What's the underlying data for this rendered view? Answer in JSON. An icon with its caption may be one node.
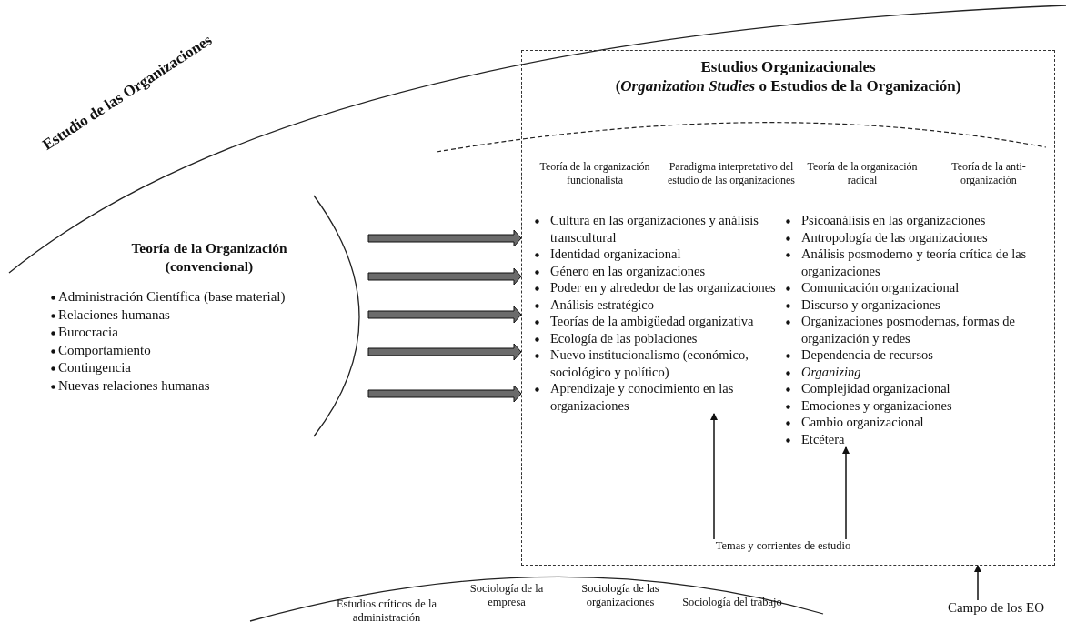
{
  "diagram": {
    "nodes": [
      {
        "text": [
          "Teoría de la Organización (convencional)",
          "Administración Científica (base material)",
          "Relaciones humanas",
          "Burocracia",
          "Comportamiento",
          "Contingencia",
          "Nuevas relaciones humanas"
        ]
      },
      {
        "text": [
          "Estudios Organizacionales",
          "(*Organization Studies* o Estudios de la Organización)"
        ]
      },
      {
        "text": [
          "Teoría de la organización funcionalista"
        ],
        "in": 1
      },
      {
        "text": [
          "Paradigma interpretativo del estudio de las organizaciones"
        ],
        "in": 1
      },
      {
        "text": [
          "Teoría de la organización radical"
        ],
        "in": 1
      },
      {
        "text": [
          "Teoría de la anti-organización"
        ],
        "in": 1
      },
      {
        "text": [
          "Cultura en las organizaciones y análisis transcultural",
          "Identidad organizacional",
          "Género en las organizaciones",
          "Poder en y alrededor de las organizaciones",
          "Análisis estratégico",
          "Teorías de la ambigüedad organizativa",
          "Ecología de las poblaciones",
          "Nuevo institucionalismo (económico, sociológico y político)",
          "Aprendizaje y conocimiento en las organizaciones"
        ],
        "in": 1
      },
      {
        "text": [
          "Psicoanálisis en las organizaciones",
          "Antropología de las organizaciones",
          "Análisis posmoderno y teoría crítica de las organizaciones",
          "Comunicación organizacional",
          "Discurso y organizaciones",
          "Organizaciones posmodernas, formas de organización y redes",
          "Dependencia de recursos",
          "*Organizing*",
          "Complejidad organizacional",
          "Emociones y organizaciones",
          "Cambio organizacional",
          "Etcétera"
        ],
        "in": 1
      },
      {
        "text": [
          "Temas y corrientes de estudio"
        ],
        "in": 1
      },
      {
        "text": [
          "Campo de los EO"
        ]
      }
    ],
    "edges": [
      {
        "from": 0,
        "to": 1,
        "arrow": "to",
        "style": "thick"
      },
      {
        "from": 0,
        "to": 1,
        "arrow": "to",
        "style": "thick"
      },
      {
        "from": 0,
        "to": 1,
        "arrow": "to",
        "style": "thick"
      },
      {
        "from": 0,
        "to": 1,
        "arrow": "to",
        "style": "thick"
      },
      {
        "from": 0,
        "to": 1,
        "arrow": "to",
        "style": "thick"
      },
      {
        "from": 8,
        "to": 6,
        "arrow": "to"
      },
      {
        "from": 8,
        "to": 7,
        "arrow": "to"
      },
      {
        "from": 9,
        "to": 1,
        "arrow": "to"
      }
    ],
    "labels": [
      "Estudio de las Organizaciones",
      "Estudios críticos de la administración",
      "Sociología de la empresa",
      "Sociología de las organizaciones",
      "Sociología del trabajo"
    ]
  }
}
